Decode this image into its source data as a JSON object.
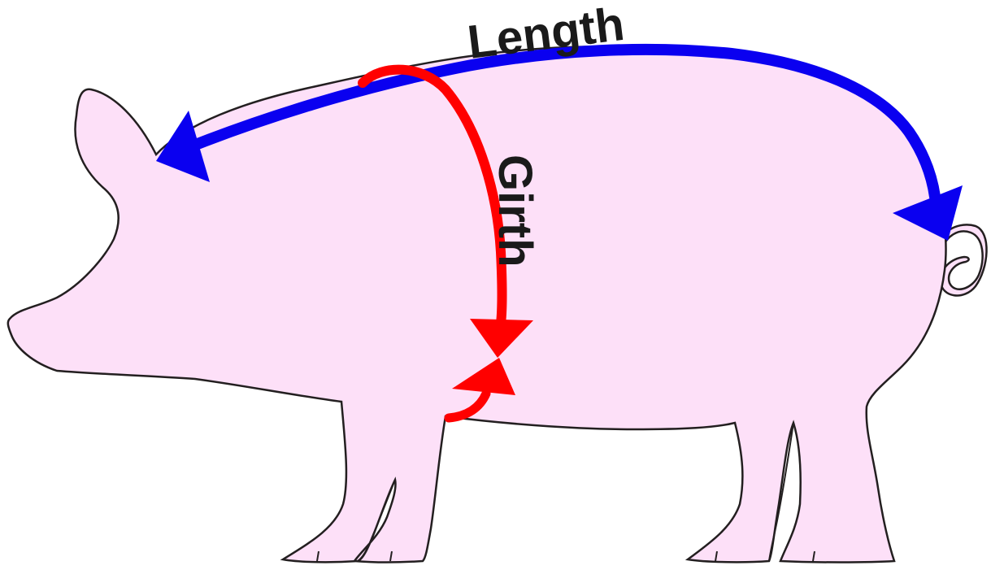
{
  "diagram": {
    "length_label": "Length",
    "girth_label": "Girth"
  },
  "colors": {
    "pig_fill": "#fde0f8",
    "pig_outline": "#231f20",
    "length_arrow": "#0a00f0",
    "girth_arrow": "#ff0000",
    "label_text": "#1a1a1a"
  },
  "icons": {
    "body": "pig-silhouette",
    "length": "length-arrow",
    "girth": "girth-arrow"
  }
}
